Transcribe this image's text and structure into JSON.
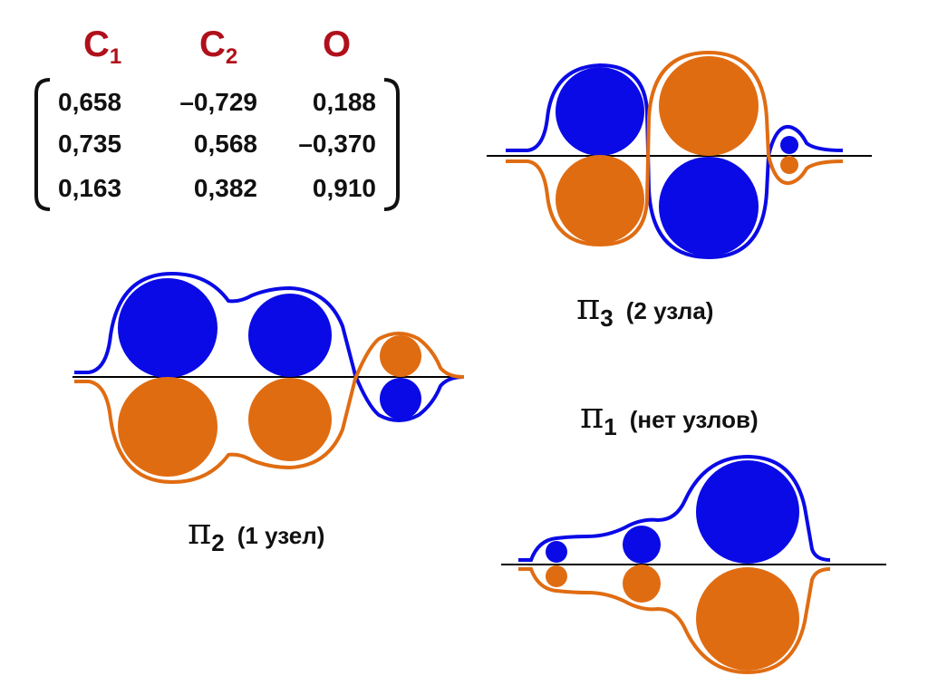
{
  "matrix": {
    "headers": [
      {
        "base": "C",
        "sub": "1"
      },
      {
        "base": "C",
        "sub": "2"
      },
      {
        "base": "O",
        "sub": ""
      }
    ],
    "rows": [
      [
        "0,658",
        "–0,729",
        "0,188"
      ],
      [
        "0,735",
        "0,568",
        "–0,370"
      ],
      [
        "0,163",
        "0,382",
        "0,910"
      ]
    ]
  },
  "orbitals": {
    "pi3": {
      "symbol": "π",
      "index": "3",
      "label": "(2 узла)"
    },
    "pi2": {
      "symbol": "π",
      "index": "2",
      "label": "(1 узел)"
    },
    "pi1": {
      "symbol": "π",
      "index": "1",
      "label": "(нет узлов)"
    }
  },
  "colors": {
    "header": "#b0101c",
    "positive_lobe": "#0a0ae6",
    "negative_lobe": "#e06c12",
    "axis": "#000000"
  }
}
